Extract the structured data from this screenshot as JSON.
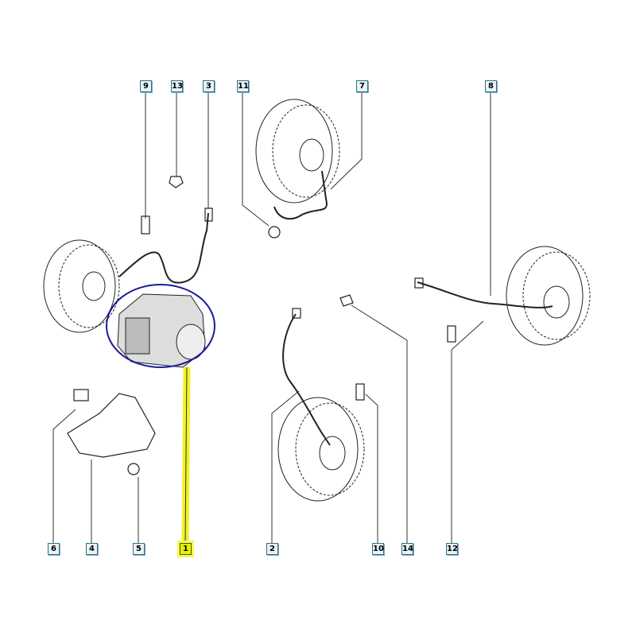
{
  "callouts": {
    "top": [
      "9",
      "13",
      "3",
      "11",
      "7",
      "8"
    ],
    "bottom": [
      "6",
      "4",
      "5",
      "1",
      "2",
      "10",
      "14",
      "12"
    ]
  },
  "highlighted_callout": "1",
  "colors": {
    "callout_border": "#2f6f86",
    "highlight_line": "#f0f000",
    "abs_unit_outline": "#1a1aa0"
  }
}
